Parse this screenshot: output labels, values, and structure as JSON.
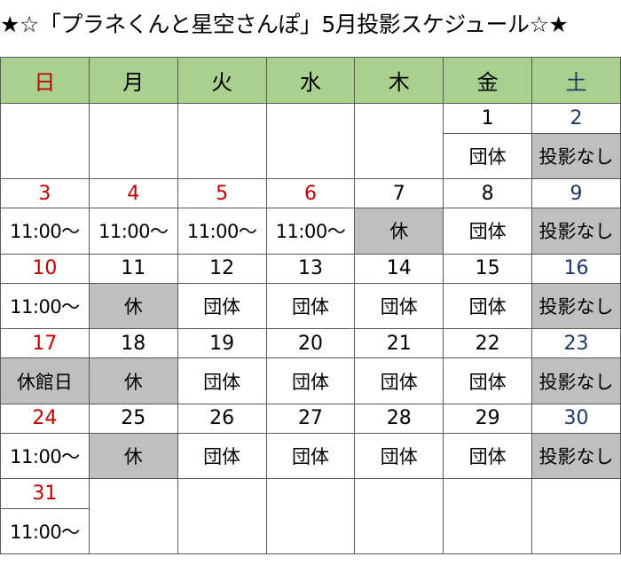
{
  "title": "★☆「プラネくんと星空さんぽ」5月投影スケジュール☆★",
  "weekdays": [
    "日",
    "月",
    "火",
    "水",
    "木",
    "金",
    "土"
  ],
  "labels": {
    "time": "11:00～",
    "closed": "休",
    "group": "団体",
    "no_show": "投影なし",
    "holiday": "休館日"
  },
  "colors": {
    "header_bg": "#a9d08e",
    "sunday": "#c00000",
    "saturday": "#1f3864",
    "closed_bg": "#bfbfbf"
  },
  "weeks": [
    {
      "days": [
        "",
        "",
        "",
        "",
        "",
        "1",
        "2"
      ],
      "entries": [
        "",
        "",
        "",
        "",
        "",
        "団体",
        "投影なし"
      ]
    },
    {
      "days": [
        "3",
        "4",
        "5",
        "6",
        "7",
        "8",
        "9"
      ],
      "entries": [
        "11:00～",
        "11:00～",
        "11:00～",
        "11:00～",
        "休",
        "団体",
        "投影なし"
      ]
    },
    {
      "days": [
        "10",
        "11",
        "12",
        "13",
        "14",
        "15",
        "16"
      ],
      "entries": [
        "11:00～",
        "休",
        "団体",
        "団体",
        "団体",
        "団体",
        "投影なし"
      ]
    },
    {
      "days": [
        "17",
        "18",
        "19",
        "20",
        "21",
        "22",
        "23"
      ],
      "entries": [
        "休館日",
        "休",
        "団体",
        "団体",
        "団体",
        "団体",
        "投影なし"
      ]
    },
    {
      "days": [
        "24",
        "25",
        "26",
        "27",
        "28",
        "29",
        "30"
      ],
      "entries": [
        "11:00～",
        "休",
        "団体",
        "団体",
        "団体",
        "団体",
        "投影なし"
      ]
    },
    {
      "days": [
        "31",
        "",
        "",
        "",
        "",
        "",
        ""
      ],
      "entries": [
        "11:00～",
        "",
        "",
        "",
        "",
        "",
        ""
      ]
    }
  ]
}
